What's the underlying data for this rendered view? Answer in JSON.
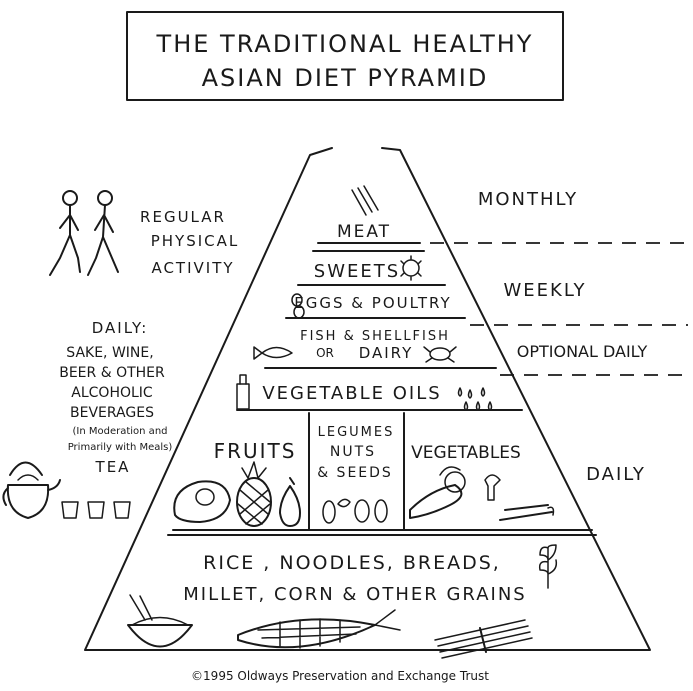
{
  "title": {
    "line1": "THE TRADITIONAL HEALTHY",
    "line2": "ASIAN DIET PYRAMID"
  },
  "tiers": {
    "meat": "MEAT",
    "sweets": "SWEETS",
    "eggs_poultry": "EGGS & POULTRY",
    "fish_dairy_line1": "FISH & SHELLFISH",
    "fish_dairy_or": "OR",
    "fish_dairy_line2": "DAIRY",
    "vegetable_oils": "VEGETABLE OILS",
    "fruits": "FRUITS",
    "legumes_line1": "LEGUMES",
    "legumes_line2": "NUTS",
    "legumes_line3": "& SEEDS",
    "vegetables": "VEGETABLES",
    "grains_line1": "RICE , NOODLES, BREADS,",
    "grains_line2": "MILLET, CORN & OTHER GRAINS"
  },
  "frequency": {
    "monthly": "MONTHLY",
    "weekly": "WEEKLY",
    "optional_daily": "OPTIONAL DAILY",
    "daily": "DAILY"
  },
  "activity": {
    "line1": "REGULAR",
    "line2": "PHYSICAL",
    "line3": "ACTIVITY"
  },
  "beverages": {
    "heading": "DAILY:",
    "line1": "SAKE, WINE,",
    "line2": "BEER & OTHER",
    "line3": "ALCOHOLIC",
    "line4": "BEVERAGES",
    "note1": "(In Moderation and",
    "note2": "Primarily with Meals)",
    "tea": "TEA"
  },
  "footer": {
    "copyright": "©1995 Oldways Preservation and Exchange Trust"
  },
  "colors": {
    "ink": "#1a1a1a",
    "background": "#ffffff"
  }
}
